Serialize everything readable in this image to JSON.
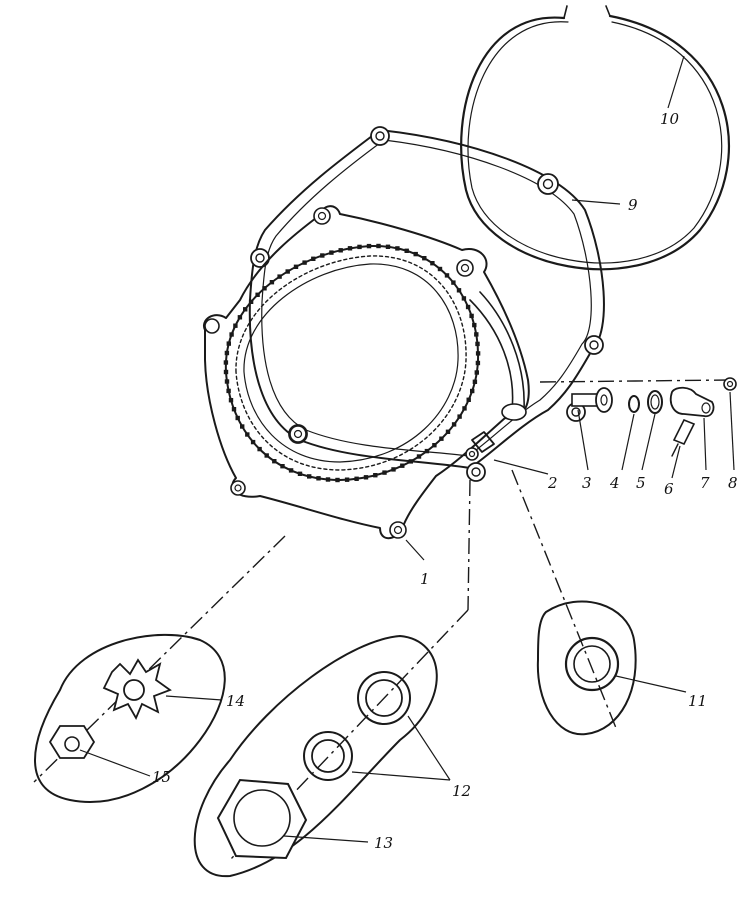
{
  "diagram": {
    "labels": {
      "p1": "1",
      "p2": "2",
      "p3": "3",
      "p4": "4",
      "p5": "5",
      "p6": "6",
      "p7": "7",
      "p8": "8",
      "p9": "9",
      "p10": "10",
      "p11": "11",
      "p12": "12",
      "p13": "13",
      "p14": "14",
      "p15": "15"
    }
  }
}
